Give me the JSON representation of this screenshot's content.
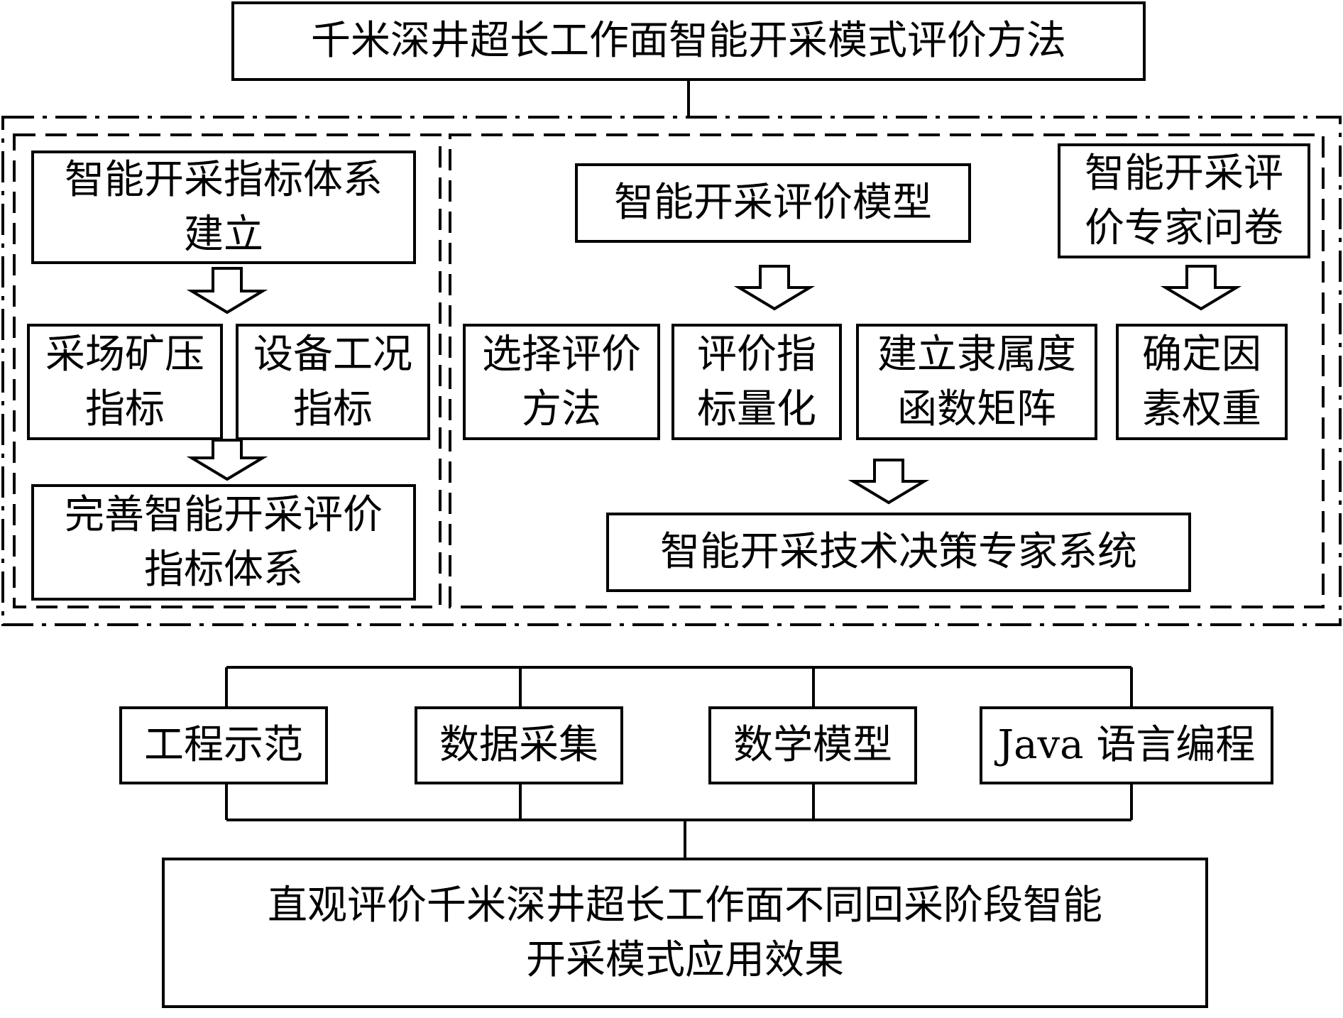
{
  "diagram": {
    "title": "千米深井超长工作面智能开采模式评价方法",
    "left_panel": {
      "index_system": "智能开采指标体系\n建立",
      "stope_pressure": "采场矿压\n指标",
      "equipment_condition": "设备工况\n指标",
      "improve_system": "完善智能开采评价\n指标体系"
    },
    "right_panel": {
      "eval_model": "智能开采评价模型",
      "questionnaire": "智能开采评\n价专家问卷",
      "select_method": "选择评价\n方法",
      "quantify": "评价指\n标量化",
      "membership": "建立隶属度\n函数矩阵",
      "weights": "确定因\n素权重",
      "expert_system": "智能开采技术决策专家系统"
    },
    "supports": [
      "工程示范",
      "数据采集",
      "数学模型",
      "Java 语言编程"
    ],
    "result": "直观评价千米深井超长工作面不同回采阶段智能\n开采模式应用效果"
  }
}
